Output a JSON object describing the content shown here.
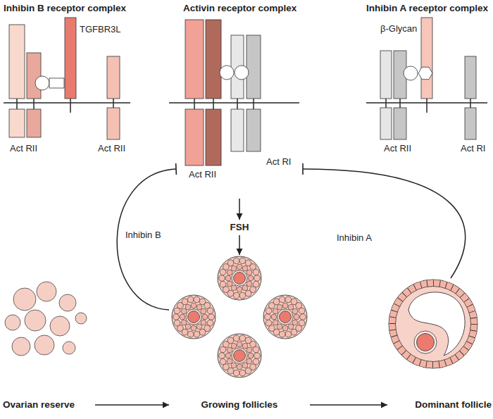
{
  "diagram": {
    "nodes": [
      {
        "text": [
          "Inhibin B receptor complex",
          "TGFBR3L",
          "Act RII",
          "Act RII"
        ]
      },
      {
        "text": [
          "Activin receptor complex",
          "Act RII",
          "Act RI"
        ]
      },
      {
        "text": [
          "Inhibin A receptor complex",
          "β-Glycan",
          "Act RII",
          "Act RI"
        ]
      },
      {
        "text": [
          "FSH"
        ]
      },
      {
        "text": [
          "Ovarian reserve"
        ]
      },
      {
        "text": [
          "Growing follicles"
        ]
      },
      {
        "text": [
          "Dominant follicle"
        ]
      }
    ],
    "edges": [
      {
        "from": 1,
        "to": 3,
        "arrow": "to"
      },
      {
        "from": 3,
        "to": 5,
        "arrow": "to"
      },
      {
        "from": 5,
        "to": 1,
        "label": "Inhibin B",
        "arrow": "to"
      },
      {
        "from": 6,
        "to": 1,
        "label": "Inhibin A",
        "arrow": "to"
      },
      {
        "from": 4,
        "to": 5,
        "arrow": "to"
      },
      {
        "from": 5,
        "to": 6,
        "arrow": "to"
      }
    ]
  }
}
